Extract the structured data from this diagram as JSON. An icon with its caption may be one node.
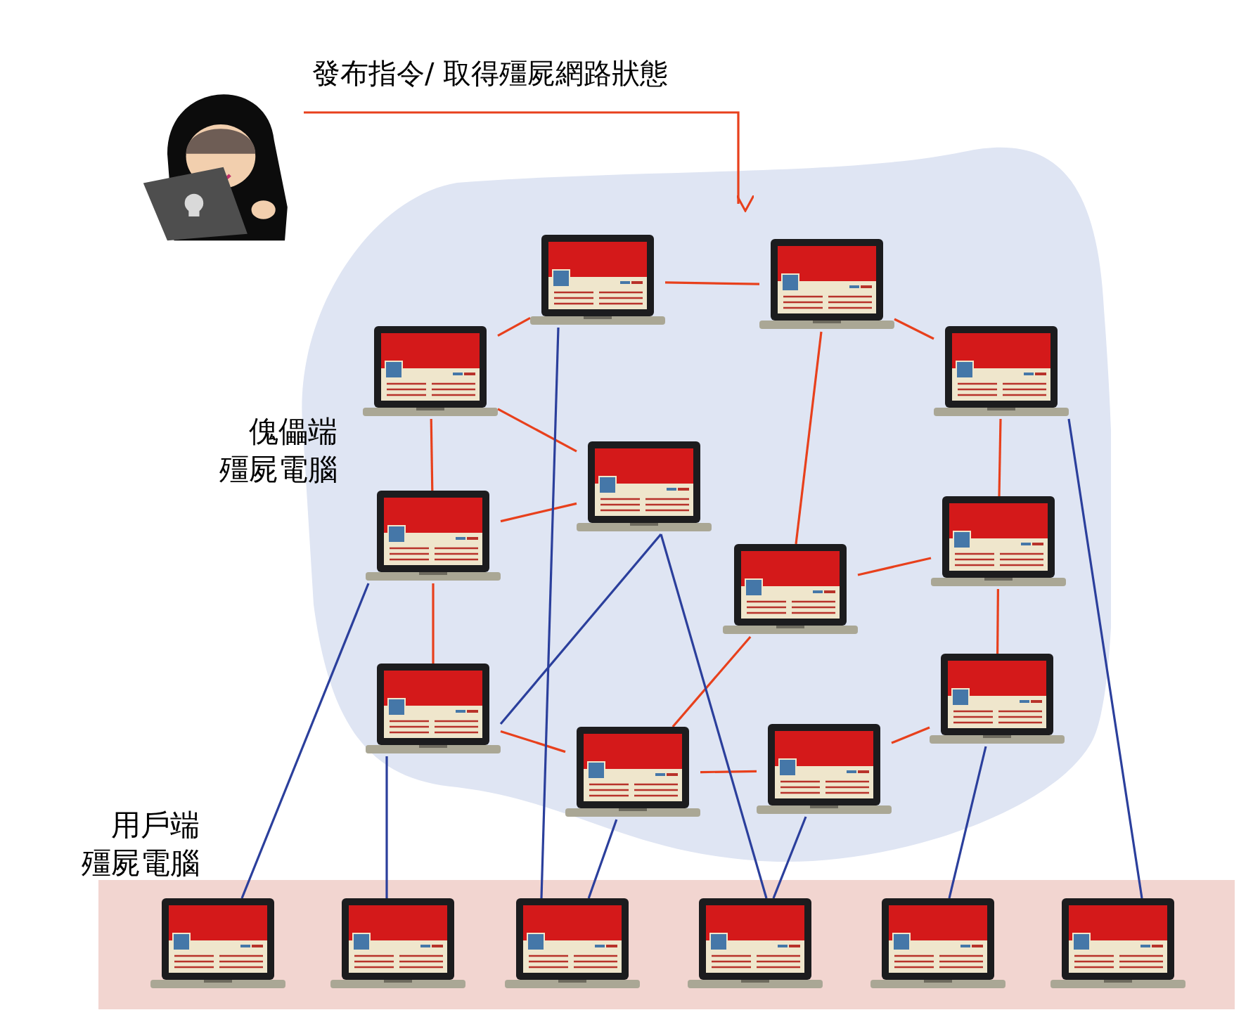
{
  "diagram": {
    "nodes": [
      {
        "text": [],
        "shape": "picture"
      },
      {
        "text": [],
        "shape": "cloud",
        "beside": [
          "傀儡端",
          "殭屍電腦"
        ]
      },
      {
        "text": [],
        "shape": "bar",
        "beside": [
          "用戶端",
          "殭屍電腦"
        ]
      },
      {
        "text": [],
        "shape": "picture",
        "in": 1
      },
      {
        "text": [],
        "shape": "picture",
        "in": 1
      },
      {
        "text": [],
        "shape": "picture",
        "in": 1
      },
      {
        "text": [],
        "shape": "picture",
        "in": 1
      },
      {
        "text": [],
        "shape": "picture",
        "in": 1
      },
      {
        "text": [],
        "shape": "picture",
        "in": 1
      },
      {
        "text": [],
        "shape": "picture",
        "in": 1
      },
      {
        "text": [],
        "shape": "picture",
        "in": 1
      },
      {
        "text": [],
        "shape": "picture",
        "in": 1
      },
      {
        "text": [],
        "shape": "picture",
        "in": 1
      },
      {
        "text": [],
        "shape": "picture",
        "in": 1
      },
      {
        "text": [],
        "shape": "picture",
        "in": 1
      },
      {
        "text": [],
        "shape": "picture",
        "in": 2
      },
      {
        "text": [],
        "shape": "picture",
        "in": 2
      },
      {
        "text": [],
        "shape": "picture",
        "in": 2
      },
      {
        "text": [],
        "shape": "picture",
        "in": 2
      },
      {
        "text": [],
        "shape": "picture",
        "in": 2
      },
      {
        "text": [],
        "shape": "picture",
        "in": 2
      }
    ],
    "edges": [
      {
        "from": 0,
        "to": 1,
        "arrow": "to",
        "label": "發布指令/ 取得殭屍網路狀態"
      },
      {
        "from": 3,
        "to": 4,
        "arrow": "none"
      },
      {
        "from": 3,
        "to": 5,
        "arrow": "none"
      },
      {
        "from": 5,
        "to": 7,
        "arrow": "none"
      },
      {
        "from": 5,
        "to": 8,
        "arrow": "none"
      },
      {
        "from": 4,
        "to": 6,
        "arrow": "none"
      },
      {
        "from": 4,
        "to": 9,
        "arrow": "none"
      },
      {
        "from": 6,
        "to": 10,
        "arrow": "none"
      },
      {
        "from": 7,
        "to": 8,
        "arrow": "none"
      },
      {
        "from": 9,
        "to": 10,
        "arrow": "none"
      },
      {
        "from": 10,
        "to": 12,
        "arrow": "none"
      },
      {
        "from": 8,
        "to": 11,
        "arrow": "none"
      },
      {
        "from": 11,
        "to": 13,
        "arrow": "none"
      },
      {
        "from": 9,
        "to": 13,
        "arrow": "none"
      },
      {
        "from": 13,
        "to": 14,
        "arrow": "none"
      },
      {
        "from": 14,
        "to": 12,
        "arrow": "none"
      },
      {
        "from": 3,
        "to": 17,
        "arrow": "none",
        "color": "#2b3f9c"
      },
      {
        "from": 8,
        "to": 15,
        "arrow": "none",
        "color": "#2b3f9c"
      },
      {
        "from": 7,
        "to": 11,
        "arrow": "none",
        "color": "#2b3f9c"
      },
      {
        "from": 7,
        "to": 18,
        "arrow": "none",
        "color": "#2b3f9c"
      },
      {
        "from": 11,
        "to": 16,
        "arrow": "none",
        "color": "#2b3f9c"
      },
      {
        "from": 13,
        "to": 17,
        "arrow": "none",
        "color": "#2b3f9c"
      },
      {
        "from": 14,
        "to": 18,
        "arrow": "none",
        "color": "#2b3f9c"
      },
      {
        "from": 12,
        "to": 19,
        "arrow": "none",
        "color": "#2b3f9c"
      },
      {
        "from": 6,
        "to": 20,
        "arrow": "none",
        "color": "#2b3f9c"
      }
    ]
  }
}
